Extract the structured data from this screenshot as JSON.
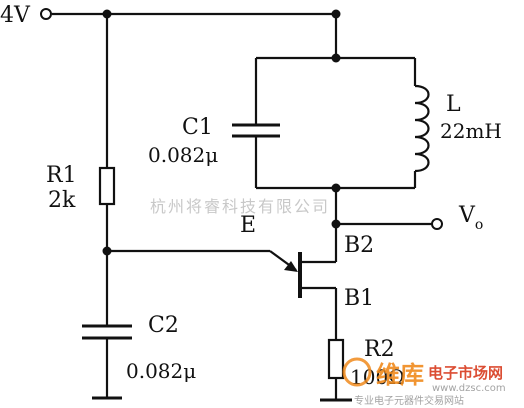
{
  "supply": {
    "label": "4V"
  },
  "r1": {
    "name": "R1",
    "value": "2k"
  },
  "c1": {
    "name": "C1",
    "value": "0.082μ"
  },
  "l": {
    "name": "L",
    "value": "22mH"
  },
  "c2": {
    "name": "C2",
    "value": "0.082μ"
  },
  "r2": {
    "name": "R2",
    "value": "100Ω"
  },
  "transistor": {
    "emitter": "E",
    "base2": "B2",
    "base1": "B1"
  },
  "output": {
    "label": "V",
    "sub": "o"
  },
  "watermark": {
    "center": "杭州将睿科技有限公司",
    "brand": "维库",
    "brand_suffix": "电子市场网",
    "url": "www.dzsc.com",
    "tagline": "专业电子元器件交易网站"
  },
  "colors": {
    "ink": "#111111",
    "watermark_gray": "#c8c8c8",
    "brand_orange": "#f08a1c",
    "brand_red": "#d83a1e"
  }
}
